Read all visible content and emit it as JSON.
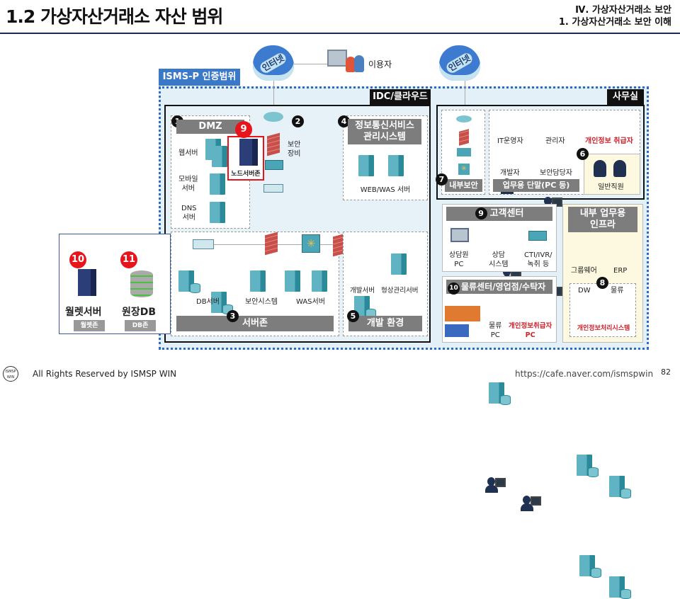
{
  "header": {
    "title": "1.2 가상자산거래소 자산 범위",
    "section_line1": "Ⅳ. 가상자산거래소 보안",
    "section_line2": "1. 가상자산거래소 보안 이해"
  },
  "diagram": {
    "scope_label": "ISMS-P 인증범위",
    "internet_label": "인터넷",
    "user_label": "이용자",
    "idc": {
      "title": "IDC/클라우드",
      "dmz": {
        "num": "1",
        "title": "DMZ",
        "web_server": "웹서버",
        "mobile_server": "모바일\n서버",
        "dns_server": "DNS\n서버",
        "node_num": "9",
        "node_zone": "노드서버존"
      },
      "security": {
        "num": "2",
        "label": "보안\n장비"
      },
      "mgmt": {
        "num": "4",
        "title": "정보통신서비스\n관리시스템",
        "server": "WEB/WAS 서버"
      },
      "server_zone": {
        "num": "3",
        "title": "서버존",
        "db": "DB서버",
        "sec": "보안시스템",
        "was": "WAS서버"
      },
      "dev": {
        "num": "5",
        "title": "개발 환경",
        "dev_server": "개발서버",
        "cm_server": "형상관리서버"
      }
    },
    "office": {
      "title": "사무실",
      "internal_security": {
        "num": "7",
        "title": "내부보안"
      },
      "terminals": {
        "title": "업무용 단말(PC 등)",
        "users": [
          "IT운영자",
          "관리자",
          "개인정보 취급자",
          "개발자",
          "보안담당자"
        ]
      },
      "general": {
        "num": "6",
        "label": "일반직원"
      }
    },
    "customer_center": {
      "num": "9",
      "title": "고객센터",
      "items": [
        "상담원\nPC",
        "상담\n시스템",
        "CTI/IVR/\n녹취 등"
      ]
    },
    "internal_infra": {
      "title": "내부 업무용\n인프라",
      "items": [
        "그룹웨어",
        "ERP"
      ]
    },
    "pii_system": {
      "num": "8",
      "items": [
        "DW",
        "물류"
      ],
      "title": "개인정보처리시스템"
    },
    "logistics": {
      "num": "10",
      "title": "물류센터/영업점/수탁자 등",
      "items": [
        "물류\nPC",
        "개인정보취급자\nPC"
      ]
    },
    "wallet": {
      "wallet_num": "10",
      "wallet_label": "월렛서버",
      "wallet_zone": "월렛존",
      "db_num": "11",
      "db_label": "원장DB",
      "db_zone": "DB존"
    }
  },
  "footer": {
    "logo": "ISMSP WIN",
    "copyright": "All Rights Reserved by ISMSP WIN",
    "url": "https://cafe.naver.com/ismspwin",
    "page": "82"
  }
}
